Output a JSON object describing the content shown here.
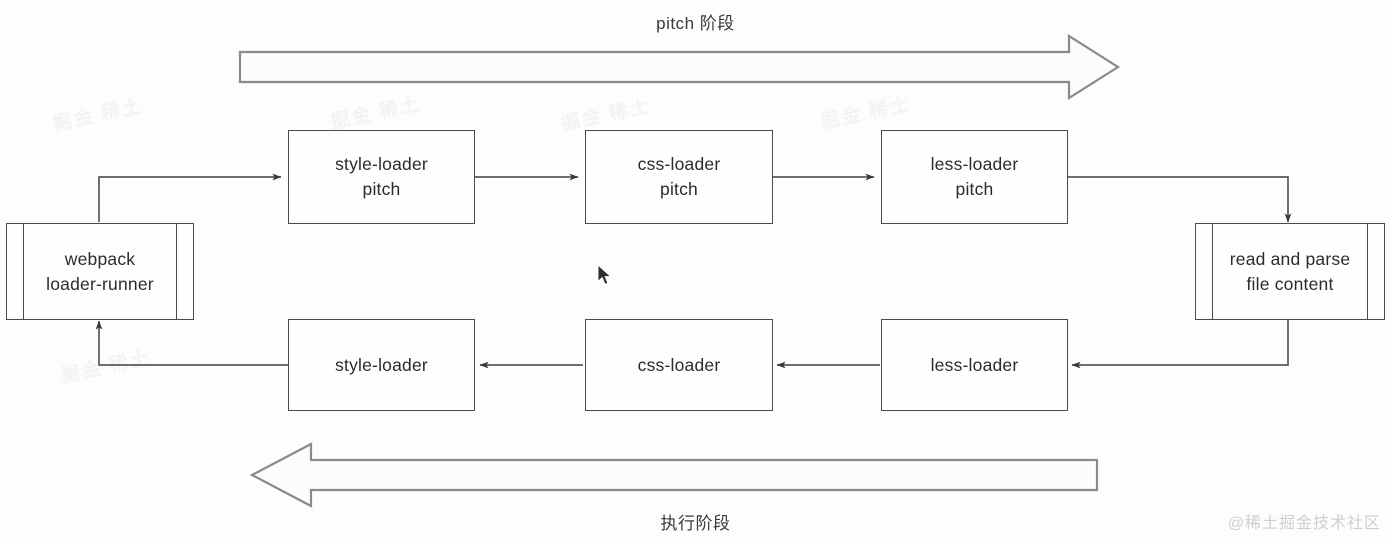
{
  "diagram": {
    "top_stage_label": "pitch 阶段",
    "bottom_stage_label": "执行阶段",
    "watermark": "@稀土掘金技术社区",
    "background_marks": [
      "掘金 稀土",
      "掘金 稀土",
      "掘金 稀土",
      "掘金 稀土",
      "掘金 稀土",
      "掘金 稀土"
    ],
    "colors": {
      "background": "#fdfdfd",
      "box_border": "#4a4a4a",
      "box_fill": "#fefefe",
      "connector": "#5a5a5a",
      "text": "#2b2b2b",
      "band_arrow_border": "#7a7a7a",
      "watermark": "#cfcfcf"
    },
    "runner_node": {
      "line1": "webpack",
      "line2": "loader-runner"
    },
    "file_node": {
      "line1": "read and parse",
      "line2": "file content"
    },
    "pitch_row": [
      {
        "line1": "style-loader",
        "line2": "pitch"
      },
      {
        "line1": "css-loader",
        "line2": "pitch"
      },
      {
        "line1": "less-loader",
        "line2": "pitch"
      }
    ],
    "normal_row": [
      {
        "line1": "style-loader",
        "line2": ""
      },
      {
        "line1": "css-loader",
        "line2": ""
      },
      {
        "line1": "less-loader",
        "line2": ""
      }
    ]
  }
}
